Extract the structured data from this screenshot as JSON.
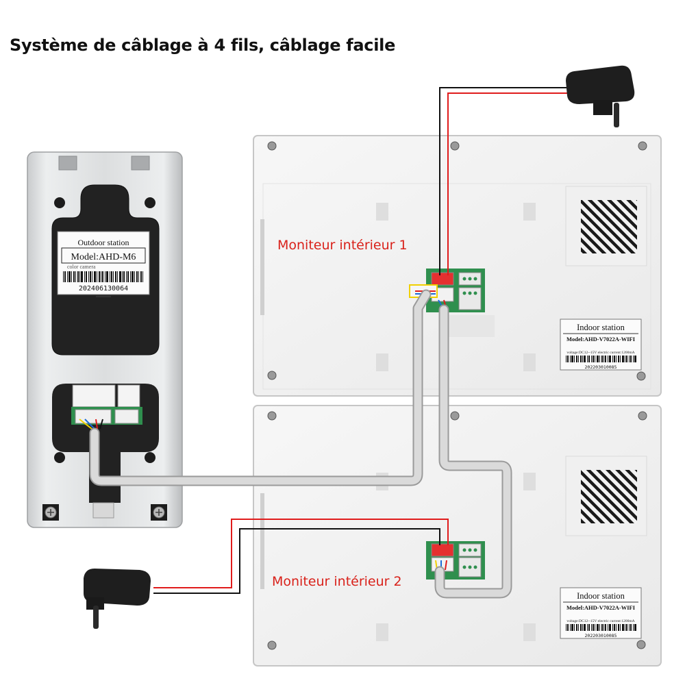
{
  "title": "Système de câblage à 4 fils, câblage facile",
  "outdoor_station": {
    "label_heading": "Outdoor station",
    "model": "Model:AHD-M6",
    "subtitle": "color camera",
    "serial": "202406130064"
  },
  "monitors": [
    {
      "callout": "Moniteur intérieur 1",
      "label_heading": "Indoor station",
      "model": "Model:AHD-V7022A-WIFI",
      "specs": "voltage:DC12--15V    electric current:1200mA",
      "serial": "202203010085"
    },
    {
      "callout": "Moniteur intérieur 2",
      "label_heading": "Indoor station",
      "model": "Model:AHD-V7022A-WIFI",
      "specs": "voltage:DC12--15V    electric current:1200mA",
      "serial": "202203010085"
    }
  ],
  "colors": {
    "wire_red": "#e01b1b",
    "wire_black": "#111111",
    "cable_grey": "#d8d8d8",
    "callout_red": "#d9211a",
    "terminal_green": "#2f8f4e"
  },
  "icons": [
    "power-adapter-icon",
    "screw-icon",
    "speaker-grille-icon",
    "barcode-icon",
    "terminal-block-icon"
  ]
}
